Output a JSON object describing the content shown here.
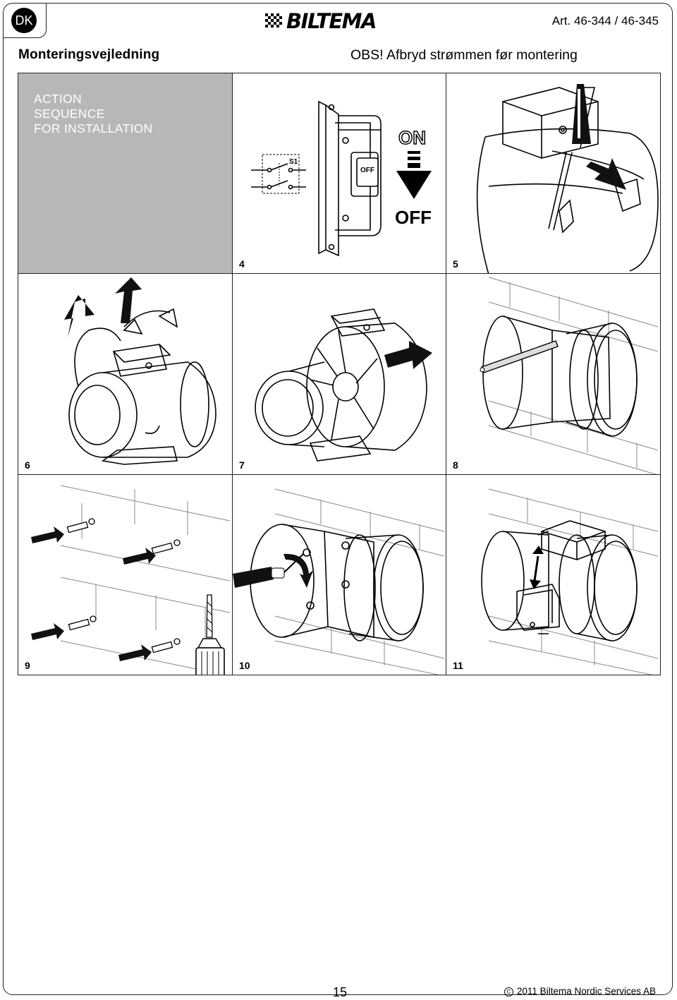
{
  "header": {
    "language": "DK",
    "brand": "BILTEMA",
    "article": "Art. 46-344 / 46-345",
    "title": "Monteringsvejledning",
    "warning": "OBS! Afbryd strømmen før montering"
  },
  "intro_panel": {
    "lines": [
      "ACTION",
      "SEQUENCE",
      "FOR INSTALLATION"
    ]
  },
  "steps": [
    {
      "number": "4",
      "labels": {
        "switch": "S1",
        "switch_state": "OFF",
        "arrow_top": "ON",
        "arrow_bottom": "OFF"
      }
    },
    {
      "number": "5"
    },
    {
      "number": "6"
    },
    {
      "number": "7"
    },
    {
      "number": "8"
    },
    {
      "number": "9"
    },
    {
      "number": "10"
    },
    {
      "number": "11"
    }
  ],
  "footer": {
    "page_number": "15",
    "copyright": "2011 Biltema Nordic Services AB"
  }
}
